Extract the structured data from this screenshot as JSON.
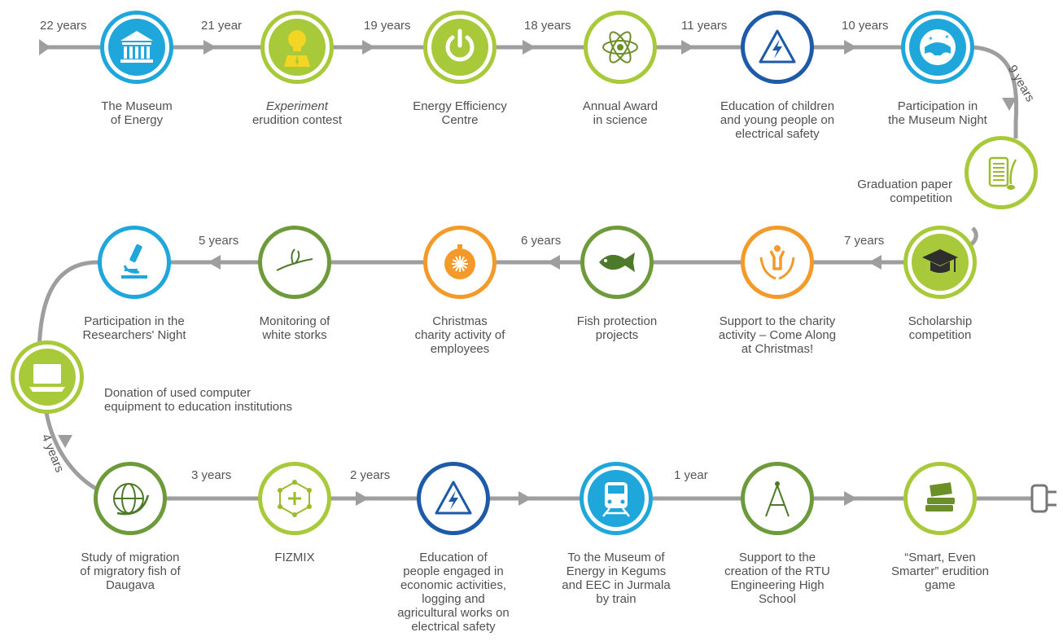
{
  "colors": {
    "track": "#9e9e9e",
    "lightblue": "#1fa7dc",
    "lime": "#a8c93a",
    "darkblue": "#1d5aa7",
    "orange": "#f39a2b",
    "green": "#6d9a3a"
  },
  "row1": [
    {
      "year": "22 years",
      "icon": "museum-building-icon",
      "color": "lightblue",
      "caption": "The Museum\nof Energy"
    },
    {
      "year": "21 year",
      "icon": "lightbulb-person-icon",
      "color": "lime",
      "caption_em": "Experiment",
      "caption": "erudition contest"
    },
    {
      "year": "19 years",
      "icon": "power-button-icon",
      "color": "lime",
      "caption": "Energy Efficiency\nCentre"
    },
    {
      "year": "18 years",
      "icon": "atom-icon",
      "color": "lime",
      "caption": "Annual Award\nin science"
    },
    {
      "year": "11 years",
      "icon": "lightning-triangle-icon",
      "color": "darkblue",
      "caption": "Education of children\nand young people on\nelectrical safety"
    },
    {
      "year": "10 years",
      "icon": "night-mask-icon",
      "color": "lightblue",
      "caption": "Participation in\nthe Museum Night"
    }
  ],
  "curve_right": {
    "year": "9 years",
    "icon": "scroll-feather-icon",
    "color": "lime",
    "caption": "Graduation paper\ncompetition"
  },
  "row2": [
    {
      "year": "7 years",
      "icon": "graduation-cap-icon",
      "color": "lime",
      "caption": "Scholarship\ncompetition"
    },
    {
      "year": "",
      "icon": "raised-hands-icon",
      "color": "orange",
      "caption": "Support to the charity\nactivity – Come Along\nat Christmas!"
    },
    {
      "year": "6 years",
      "icon": "fish-icon",
      "color": "green",
      "caption": "Fish protection\nprojects"
    },
    {
      "year": "",
      "icon": "christmas-ornament-icon",
      "color": "orange",
      "caption": "Christmas\ncharity activity of\nemployees"
    },
    {
      "year": "5 years",
      "icon": "stork-icon",
      "color": "green",
      "caption": "Monitoring of\nwhite storks"
    },
    {
      "year": "",
      "icon": "microscope-icon",
      "color": "lightblue",
      "caption": "Participation in the\nResearchers' Night"
    }
  ],
  "curve_left": {
    "year": "4 years",
    "icon": "laptop-icon",
    "color": "lime",
    "caption": "Donation of used computer\nequipment to education institutions"
  },
  "row3": [
    {
      "year": "",
      "icon": "globe-arrow-icon",
      "color": "green",
      "caption": "Study of migration\nof migratory fish of\nDaugava"
    },
    {
      "year": "3 years",
      "icon": "molecule-network-icon",
      "color": "lime",
      "caption": "FIZMIX"
    },
    {
      "year": "2 years",
      "icon": "lightning-triangle-icon",
      "color": "darkblue",
      "caption": "Education of\npeople engaged in\neconomic activities,\nlogging and\nagricultural works on\nelectrical safety"
    },
    {
      "year": "",
      "icon": "train-icon",
      "color": "lightblue",
      "caption": "To the Museum of\nEnergy in Kegums\nand EEC in Jurmala\nby train"
    },
    {
      "year": "1 year",
      "icon": "compass-drafting-icon",
      "color": "green",
      "caption": "Support to the\ncreation of the RTU\nEngineering High\nSchool"
    },
    {
      "year": "",
      "icon": "books-icon",
      "color": "lime",
      "caption": "“Smart, Even\nSmarter” erudition\ngame"
    }
  ],
  "end_icon": "electric-plug-icon"
}
